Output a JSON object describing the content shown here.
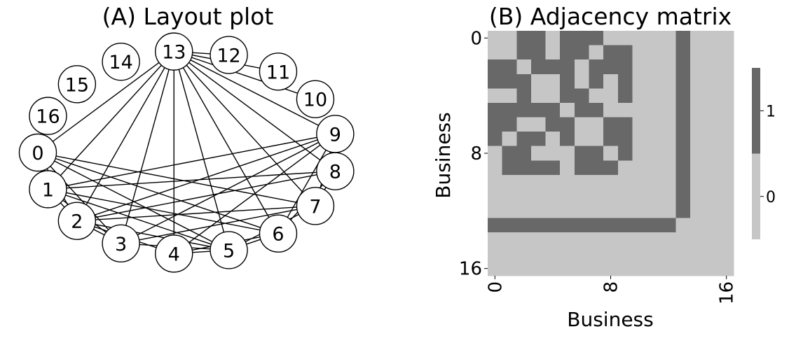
{
  "chart_data": [
    {
      "type": "network",
      "title": "(A) Layout plot",
      "nodes": [
        "0",
        "1",
        "2",
        "3",
        "4",
        "5",
        "6",
        "7",
        "8",
        "9",
        "10",
        "11",
        "12",
        "13",
        "14",
        "15",
        "16"
      ],
      "layout": "circular",
      "edges": [
        [
          0,
          2
        ],
        [
          0,
          3
        ],
        [
          0,
          5
        ],
        [
          0,
          6
        ],
        [
          0,
          7
        ],
        [
          0,
          13
        ],
        [
          1,
          2
        ],
        [
          1,
          3
        ],
        [
          1,
          5
        ],
        [
          1,
          6
        ],
        [
          1,
          8
        ],
        [
          1,
          9
        ],
        [
          1,
          13
        ],
        [
          2,
          3
        ],
        [
          2,
          4
        ],
        [
          2,
          5
        ],
        [
          2,
          7
        ],
        [
          2,
          8
        ],
        [
          2,
          9
        ],
        [
          2,
          13
        ],
        [
          3,
          5
        ],
        [
          3,
          7
        ],
        [
          3,
          9
        ],
        [
          3,
          13
        ],
        [
          4,
          5
        ],
        [
          4,
          6
        ],
        [
          4,
          9
        ],
        [
          4,
          13
        ],
        [
          5,
          6
        ],
        [
          5,
          7
        ],
        [
          5,
          13
        ],
        [
          6,
          8
        ],
        [
          6,
          9
        ],
        [
          6,
          13
        ],
        [
          7,
          8
        ],
        [
          7,
          9
        ],
        [
          7,
          13
        ],
        [
          8,
          9
        ],
        [
          8,
          13
        ],
        [
          9,
          13
        ],
        [
          10,
          13
        ],
        [
          11,
          13
        ],
        [
          12,
          13
        ]
      ],
      "isolated_nodes": [
        "14",
        "15",
        "16"
      ]
    },
    {
      "type": "heatmap",
      "title": "(B) Adjacency matrix",
      "xlabel": "Business",
      "ylabel": "Business",
      "xticks": [
        "0",
        "8",
        "16"
      ],
      "yticks": [
        "0",
        "8",
        "16"
      ],
      "size": 17,
      "matrix": [
        [
          0,
          0,
          1,
          1,
          0,
          1,
          1,
          1,
          0,
          0,
          0,
          0,
          0,
          1,
          0,
          0,
          0
        ],
        [
          0,
          0,
          1,
          1,
          0,
          1,
          1,
          0,
          1,
          1,
          0,
          0,
          0,
          1,
          0,
          0,
          0
        ],
        [
          1,
          1,
          0,
          1,
          1,
          1,
          0,
          1,
          1,
          1,
          0,
          0,
          0,
          1,
          0,
          0,
          0
        ],
        [
          1,
          1,
          1,
          0,
          0,
          1,
          0,
          1,
          0,
          1,
          0,
          0,
          0,
          1,
          0,
          0,
          0
        ],
        [
          0,
          0,
          1,
          0,
          0,
          1,
          1,
          0,
          0,
          1,
          0,
          0,
          0,
          1,
          0,
          0,
          0
        ],
        [
          1,
          1,
          1,
          1,
          1,
          0,
          1,
          1,
          0,
          0,
          0,
          0,
          0,
          1,
          0,
          0,
          0
        ],
        [
          1,
          1,
          0,
          0,
          1,
          1,
          0,
          0,
          1,
          1,
          0,
          0,
          0,
          1,
          0,
          0,
          0
        ],
        [
          1,
          0,
          1,
          1,
          0,
          1,
          0,
          0,
          1,
          1,
          0,
          0,
          0,
          1,
          0,
          0,
          0
        ],
        [
          0,
          1,
          1,
          0,
          0,
          0,
          1,
          1,
          0,
          1,
          0,
          0,
          0,
          1,
          0,
          0,
          0
        ],
        [
          0,
          1,
          1,
          1,
          1,
          0,
          1,
          1,
          1,
          0,
          0,
          0,
          0,
          1,
          0,
          0,
          0
        ],
        [
          0,
          0,
          0,
          0,
          0,
          0,
          0,
          0,
          0,
          0,
          0,
          0,
          0,
          1,
          0,
          0,
          0
        ],
        [
          0,
          0,
          0,
          0,
          0,
          0,
          0,
          0,
          0,
          0,
          0,
          0,
          0,
          1,
          0,
          0,
          0
        ],
        [
          0,
          0,
          0,
          0,
          0,
          0,
          0,
          0,
          0,
          0,
          0,
          0,
          0,
          1,
          0,
          0,
          0
        ],
        [
          1,
          1,
          1,
          1,
          1,
          1,
          1,
          1,
          1,
          1,
          1,
          1,
          1,
          0,
          0,
          0,
          0
        ],
        [
          0,
          0,
          0,
          0,
          0,
          0,
          0,
          0,
          0,
          0,
          0,
          0,
          0,
          0,
          0,
          0,
          0
        ],
        [
          0,
          0,
          0,
          0,
          0,
          0,
          0,
          0,
          0,
          0,
          0,
          0,
          0,
          0,
          0,
          0,
          0
        ],
        [
          0,
          0,
          0,
          0,
          0,
          0,
          0,
          0,
          0,
          0,
          0,
          0,
          0,
          0,
          0,
          0,
          0
        ]
      ],
      "colorbar": {
        "ticks": [
          "0",
          "1"
        ],
        "colors": {
          "0": "#c6c6c6",
          "1": "#686868"
        }
      }
    }
  ]
}
